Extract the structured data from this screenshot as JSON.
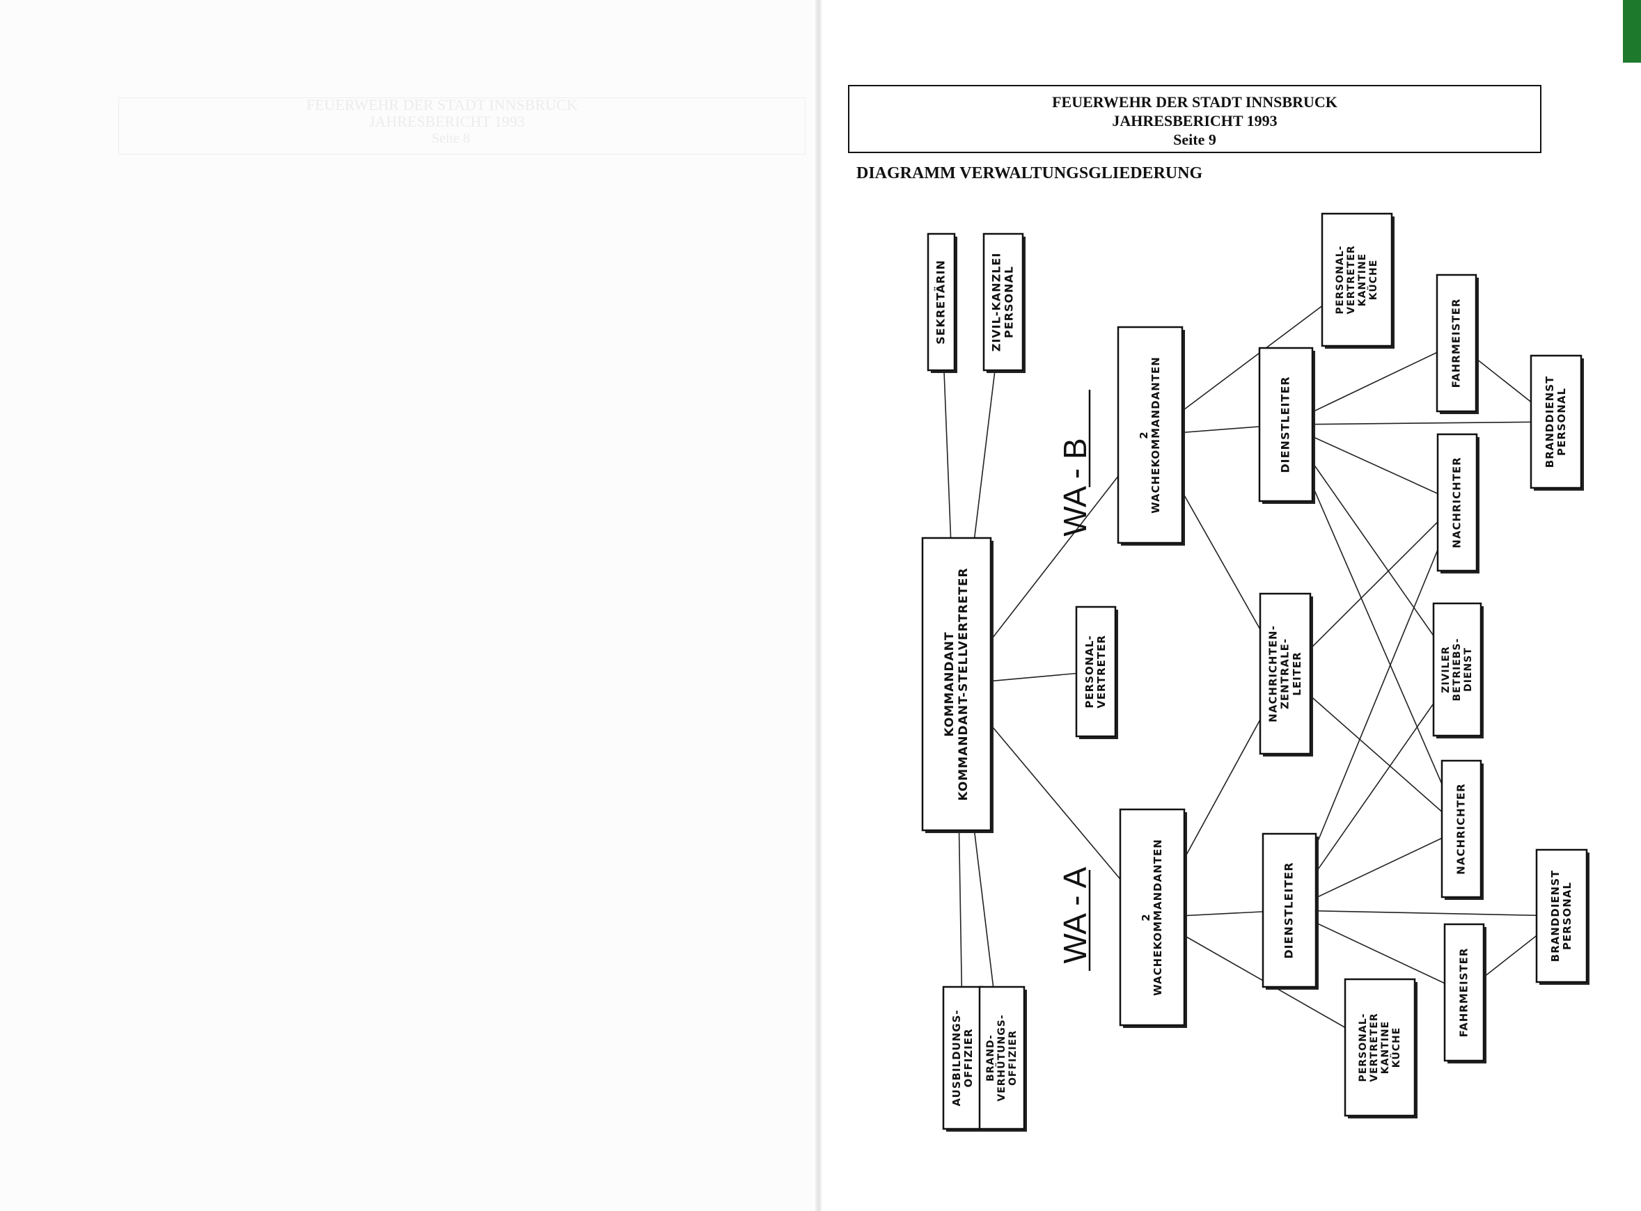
{
  "header": {
    "line1": "FEUERWEHR DER STADT INNSBRUCK",
    "line2": "JAHRESBERICHT 1993",
    "line3": "Seite 9"
  },
  "diagram_title": "DIAGRAMM VERWALTUNGSGLIEDERUNG",
  "ghost": {
    "header1": "FEUERWEHR DER STADT INNSBRUCK",
    "header2": "JAHRESBERICHT 1993",
    "header3": "Seite 8"
  },
  "group_labels": {
    "wa_b": "WA - B",
    "wa_a": "WA - A"
  },
  "nodes": [
    {
      "id": "sekretaerin",
      "lines": [
        "SEKRETÄRIN"
      ]
    },
    {
      "id": "zivil-kanzlei",
      "lines": [
        "ZIVIL-KANZLEI",
        "PERSONAL"
      ]
    },
    {
      "id": "kommandant",
      "lines": [
        "KOMMANDANT",
        "KOMMANDANT-STELLVERTRETER"
      ]
    },
    {
      "id": "personalvertreter-center",
      "lines": [
        "PERSONAL-",
        "VERTRETER"
      ]
    },
    {
      "id": "ausbildungsoffizier",
      "lines": [
        "AUSBILDUNGS-",
        "OFFIZIER"
      ]
    },
    {
      "id": "brandverhuetungsoffizier",
      "lines": [
        "BRAND-",
        "VERHÜTUNGS-",
        "OFFIZIER"
      ]
    },
    {
      "id": "wachekommandanten-b",
      "lines": [
        "2",
        "WACHEKOMMANDANTEN"
      ]
    },
    {
      "id": "wachekommandanten-a",
      "lines": [
        "2",
        "WACHEKOMMANDANTEN"
      ]
    },
    {
      "id": "nachrichtenzentraleleiter",
      "lines": [
        "NACHRICHTEN-",
        "ZENTRALE-",
        "LEITER"
      ]
    },
    {
      "id": "dienstleiter-b",
      "lines": [
        "DIENSTLEITER"
      ]
    },
    {
      "id": "dienstleiter-a",
      "lines": [
        "DIENSTLEITER"
      ]
    },
    {
      "id": "personalvertreter-kantine-b",
      "lines": [
        "PERSONAL-",
        "VERTRETER",
        "KANTINE",
        "KÜCHE"
      ]
    },
    {
      "id": "personalvertreter-kantine-a",
      "lines": [
        "PERSONAL-",
        "VERTRETER",
        "KANTINE",
        "KÜCHE"
      ]
    },
    {
      "id": "fahrmeister-b",
      "lines": [
        "FAHRMEISTER"
      ]
    },
    {
      "id": "fahrmeister-a",
      "lines": [
        "FAHRMEISTER"
      ]
    },
    {
      "id": "nachrichter-b",
      "lines": [
        "NACHRICHTER"
      ]
    },
    {
      "id": "nachrichter-a",
      "lines": [
        "NACHRICHTER"
      ]
    },
    {
      "id": "ziviler-betriebsdienst",
      "lines": [
        "ZIVILER",
        "BETRIEBS-",
        "DIENST"
      ]
    },
    {
      "id": "branddienst-b",
      "lines": [
        "BRANDDIENST",
        "PERSONAL"
      ]
    },
    {
      "id": "branddienst-a",
      "lines": [
        "BRANDDIENST",
        "PERSONAL"
      ]
    }
  ],
  "edges": [
    [
      "kommandant",
      "sekretaerin"
    ],
    [
      "kommandant",
      "zivil-kanzlei"
    ],
    [
      "kommandant",
      "personalvertreter-center"
    ],
    [
      "kommandant",
      "ausbildungsoffizier"
    ],
    [
      "kommandant",
      "brandverhuetungsoffizier"
    ],
    [
      "kommandant",
      "wachekommandanten-b"
    ],
    [
      "kommandant",
      "wachekommandanten-a"
    ],
    [
      "wachekommandanten-b",
      "dienstleiter-b"
    ],
    [
      "wachekommandanten-b",
      "personalvertreter-kantine-b"
    ],
    [
      "wachekommandanten-b",
      "nachrichtenzentraleleiter"
    ],
    [
      "wachekommandanten-a",
      "dienstleiter-a"
    ],
    [
      "wachekommandanten-a",
      "personalvertreter-kantine-a"
    ],
    [
      "wachekommandanten-a",
      "nachrichtenzentraleleiter"
    ],
    [
      "dienstleiter-b",
      "fahrmeister-b"
    ],
    [
      "dienstleiter-b",
      "branddienst-b"
    ],
    [
      "dienstleiter-b",
      "nachrichter-b"
    ],
    [
      "dienstleiter-b",
      "ziviler-betriebsdienst"
    ],
    [
      "dienstleiter-b",
      "nachrichter-a"
    ],
    [
      "dienstleiter-a",
      "fahrmeister-a"
    ],
    [
      "dienstleiter-a",
      "branddienst-a"
    ],
    [
      "dienstleiter-a",
      "nachrichter-a"
    ],
    [
      "dienstleiter-a",
      "ziviler-betriebsdienst"
    ],
    [
      "dienstleiter-a",
      "nachrichter-b"
    ],
    [
      "nachrichtenzentraleleiter",
      "nachrichter-b"
    ],
    [
      "nachrichtenzentraleleiter",
      "nachrichter-a"
    ],
    [
      "fahrmeister-b",
      "branddienst-b"
    ],
    [
      "fahrmeister-a",
      "branddienst-a"
    ]
  ]
}
